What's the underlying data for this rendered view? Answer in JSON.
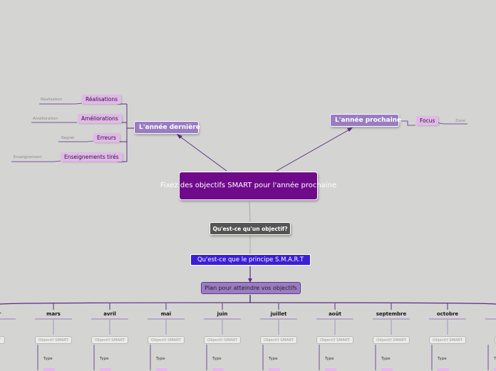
{
  "central": {
    "title": "Fixez des objectifs SMART pour l'année prochaine"
  },
  "last_year": {
    "title": "L'année dernière",
    "items": [
      {
        "label": "Réalisations",
        "sub": "Réalisation"
      },
      {
        "label": "Améliorations",
        "sub": "Amélioration"
      },
      {
        "label": "Erreurs",
        "sub": "Regret"
      },
      {
        "label": "Enseignements tirés",
        "sub": "Enseignement"
      }
    ]
  },
  "next_year": {
    "title": "L'année prochaine",
    "items": [
      {
        "label": "Focus",
        "sub": "Zone"
      }
    ]
  },
  "what_is": {
    "label": "Qu'est-ce qu'un objectif?"
  },
  "smart": {
    "label": "Qu'est-ce que le principe S.M.A.R.T"
  },
  "plan": {
    "label": "Plan pour atteindre vos objectifs"
  },
  "months": [
    {
      "name": "ier",
      "objective": "ART",
      "type": ""
    },
    {
      "name": "mars",
      "objective": "Objectif SMART",
      "type": "Type"
    },
    {
      "name": "avril",
      "objective": "Objectif SMART",
      "type": "Type"
    },
    {
      "name": "mai",
      "objective": "Objectif SMART",
      "type": "Type"
    },
    {
      "name": "juin",
      "objective": "Objectif SMART",
      "type": "Type"
    },
    {
      "name": "juillet",
      "objective": "Objectif SMART",
      "type": "Type"
    },
    {
      "name": "août",
      "objective": "Objectif SMART",
      "type": "Type"
    },
    {
      "name": "septembre",
      "objective": "Objectif SMART",
      "type": "Type"
    },
    {
      "name": "octobre",
      "objective": "Objectif SMART",
      "type": "Type"
    },
    {
      "name": "no",
      "objective": "Objec",
      "type": "T"
    }
  ],
  "colors": {
    "background": "#d4d5d2",
    "central": "#6f0a8a",
    "branch": "#9a7cc3",
    "leaf": "#e2b8ea",
    "connector": "#5b2a86",
    "smart": "#3a1fd6"
  }
}
